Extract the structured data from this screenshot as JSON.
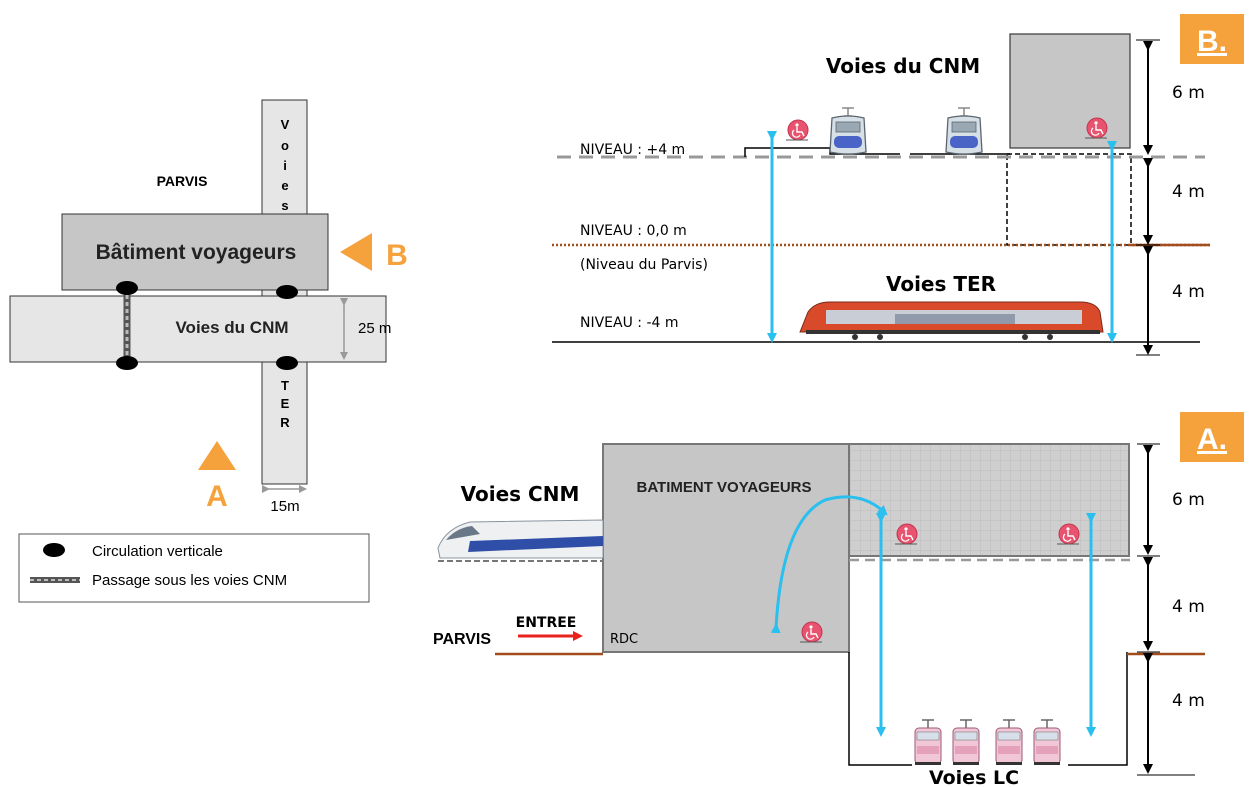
{
  "plan": {
    "parvis": "PARVIS",
    "voies_vertical": [
      "V",
      "o",
      "i",
      "e",
      "s"
    ],
    "batiment": "Bâtiment voyageurs",
    "voies_cnm": "Voies du CNM",
    "dim_25": "25 m",
    "ter_vertical": [
      "T",
      "E",
      "R"
    ],
    "dim_15": "15m",
    "marker_a": "A",
    "marker_b": "B",
    "legend_circ": "Circulation verticale",
    "legend_passage": "Passage sous les voies CNM"
  },
  "section_b": {
    "badge": "B.",
    "title": "Voies du CNM",
    "niveau_plus4": "NIVEAU : +4 m",
    "niveau_zero": "NIVEAU : 0,0 m",
    "niveau_parvis": "(Niveau du Parvis)",
    "voies_ter": "Voies TER",
    "niveau_minus4": "NIVEAU : -4 m",
    "dim_top": "6 m",
    "dim_mid": "4 m",
    "dim_bot": "4 m"
  },
  "section_a": {
    "badge": "A.",
    "voies_cnm": "Voies CNM",
    "batiment": "BATIMENT VOYAGEURS",
    "entree": "ENTREE",
    "parvis": "PARVIS",
    "rdc": "RDC",
    "voies_lc": "Voies LC",
    "dim_top": "6 m",
    "dim_mid": "4 m",
    "dim_bot": "4 m"
  },
  "colors": {
    "orange": "#f5a23c",
    "cyan": "#29bfef",
    "brown": "#a24d1e",
    "gray_building": "#c6c6c6",
    "road": "#e6e6e6",
    "wheelchair": "#e8546f"
  }
}
